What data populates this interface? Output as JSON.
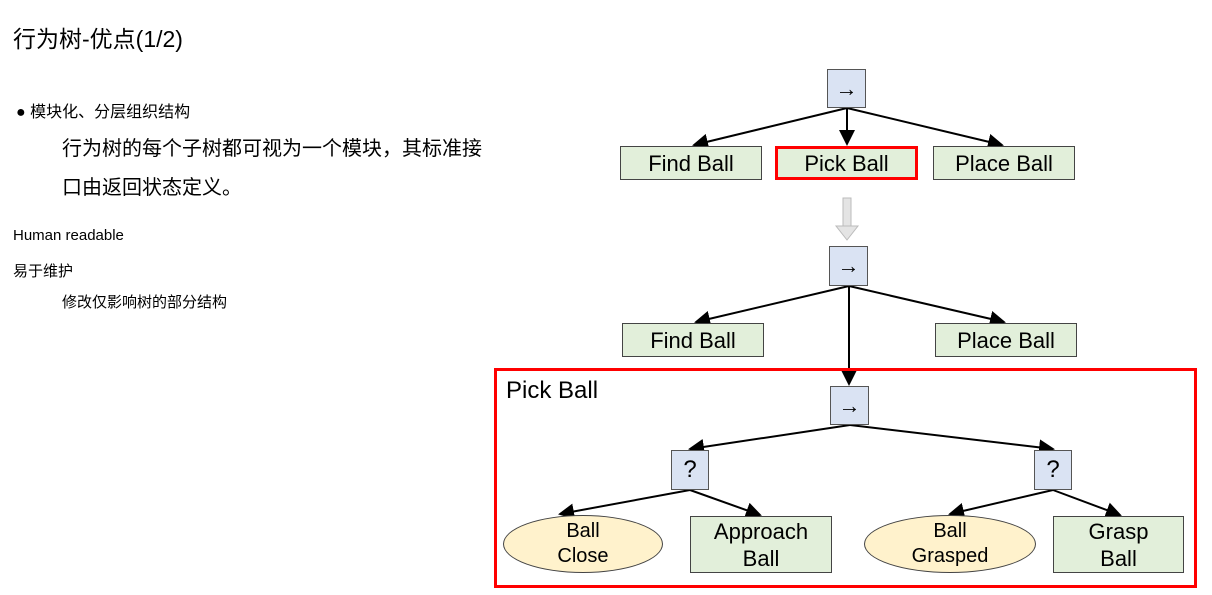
{
  "title": "行为树-优点(1/2)",
  "bullets": {
    "b1": "模块化、分层组织结构",
    "b1_detail_line1": "行为树的每个子树都可视为一个模块，其标准接",
    "b1_detail_line2": "口由返回状态定义。",
    "b2": "Human readable",
    "b3": "易于维护",
    "b3_detail": "修改仅影响树的部分结构"
  },
  "diagram": {
    "sequence_symbol": "→",
    "selector_symbol": "?",
    "top": {
      "children": [
        "Find Ball",
        "Pick Ball",
        "Place Ball"
      ]
    },
    "middle": {
      "children": [
        "Find Ball",
        "Place Ball"
      ]
    },
    "subtree": {
      "label": "Pick Ball",
      "left": {
        "condition_l1": "Ball",
        "condition_l2": "Close",
        "action_l1": "Approach",
        "action_l2": "Ball"
      },
      "right": {
        "condition_l1": "Ball",
        "condition_l2": "Grasped",
        "action_l1": "Grasp",
        "action_l2": "Ball"
      }
    },
    "colors": {
      "highlight": "#ff0000",
      "composite": "#dae3f3",
      "action": "#e2efda",
      "condition": "#fff2cc"
    }
  }
}
